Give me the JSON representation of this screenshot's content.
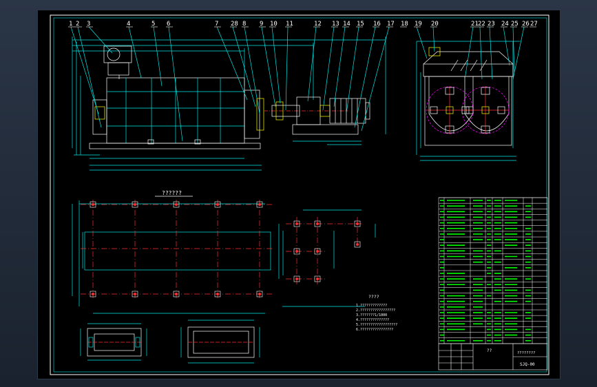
{
  "balloons": [
    "1",
    "2",
    "3",
    "4",
    "5",
    "6",
    "7",
    "28",
    "8",
    "9",
    "10",
    "11",
    "12",
    "13",
    "14",
    "15",
    "16",
    "17",
    "18",
    "19",
    "20",
    "21",
    "22",
    "23",
    "24",
    "25",
    "26",
    "27"
  ],
  "foundation_title": "??????",
  "notes_title": "????",
  "notes": [
    "1.?????????????",
    "2.?????????????????",
    "3.???????1/1000",
    "4.??????????????",
    "5.??????????????????",
    "6.????????????????"
  ],
  "title_block": {
    "drawing_name": "????????",
    "drawing_no": "SJQ-00",
    "label": "??"
  },
  "colors": {
    "line": "#ffffff",
    "dim": "#00e8e8",
    "green": "#00ff00",
    "center": "#ff3030",
    "yellow": "#ffff00",
    "magenta": "#ff00ff"
  }
}
